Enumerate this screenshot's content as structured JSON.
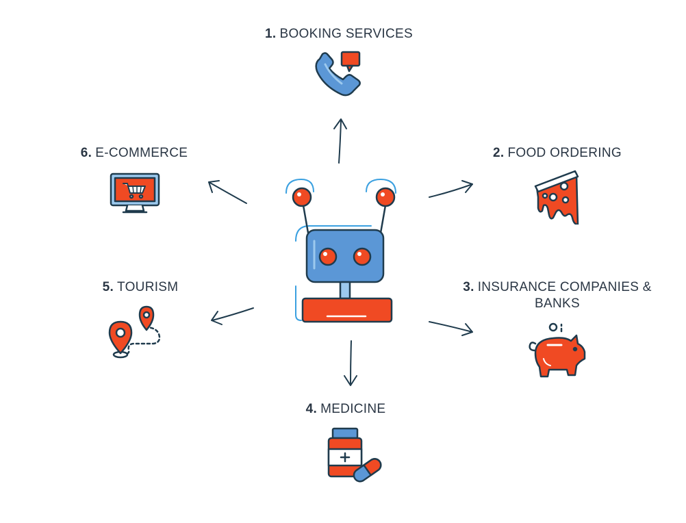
{
  "colors": {
    "outline": "#1f3b4d",
    "orange": "#f04a23",
    "blue": "#5b97d6",
    "light_blue": "#9cc9ee",
    "cyan_outline": "#3aa0e0",
    "text": "#2a3644"
  },
  "center": {
    "icon": "robot-icon"
  },
  "items": [
    {
      "number": "1.",
      "text": "BOOKING SERVICES",
      "icon": "phone-message-icon"
    },
    {
      "number": "2.",
      "text": "FOOD ORDERING",
      "icon": "pizza-slice-icon"
    },
    {
      "number": "3.",
      "text": "INSURANCE COMPANIES & BANKS",
      "icon": "piggy-bank-icon"
    },
    {
      "number": "4.",
      "text": "MEDICINE",
      "icon": "medicine-bottle-icon"
    },
    {
      "number": "5.",
      "text": "TOURISM",
      "icon": "map-route-icon"
    },
    {
      "number": "6.",
      "text": "E-COMMERCE",
      "icon": "shopping-cart-screen-icon"
    }
  ]
}
